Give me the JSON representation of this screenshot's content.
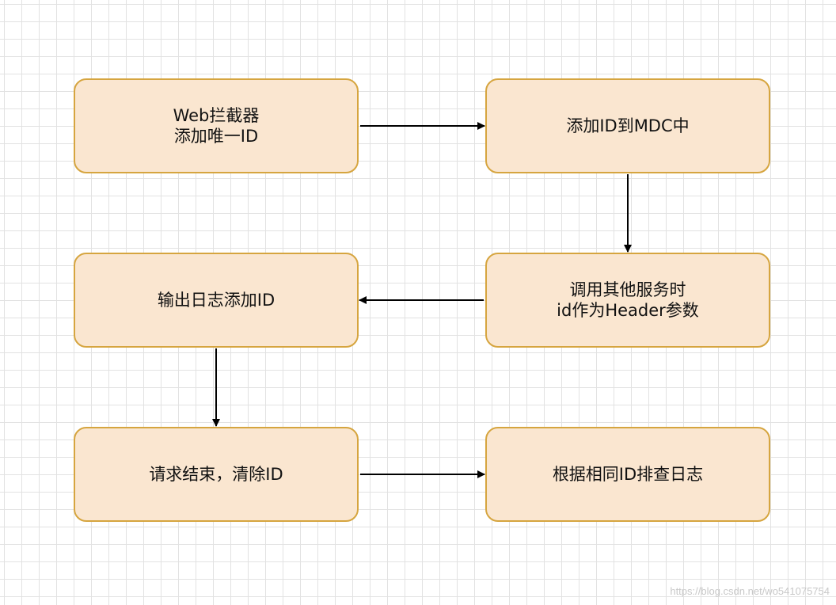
{
  "nodes": {
    "web_interceptor": {
      "lines": [
        "Web拦截器",
        "添加唯一ID"
      ]
    },
    "add_id_to_mdc": {
      "lines": [
        "添加ID到MDC中"
      ]
    },
    "call_other_services": {
      "lines": [
        "调用其他服务时",
        "id作为Header参数"
      ]
    },
    "log_with_id": {
      "lines": [
        "输出日志添加ID"
      ]
    },
    "request_end_clear_id": {
      "lines": [
        "请求结束，清除ID"
      ]
    },
    "troubleshoot_logs": {
      "lines": [
        "根据相同ID排查日志"
      ]
    }
  },
  "edges": [
    {
      "from": "web_interceptor",
      "to": "add_id_to_mdc"
    },
    {
      "from": "add_id_to_mdc",
      "to": "call_other_services"
    },
    {
      "from": "call_other_services",
      "to": "log_with_id"
    },
    {
      "from": "log_with_id",
      "to": "request_end_clear_id"
    },
    {
      "from": "request_end_clear_id",
      "to": "troubleshoot_logs"
    }
  ],
  "colors": {
    "node_fill": "#fae6d0",
    "node_border": "#d6a53f",
    "arrow": "#000000",
    "grid": "#e2e2e2"
  },
  "watermark": "https://blog.csdn.net/wo541075754"
}
